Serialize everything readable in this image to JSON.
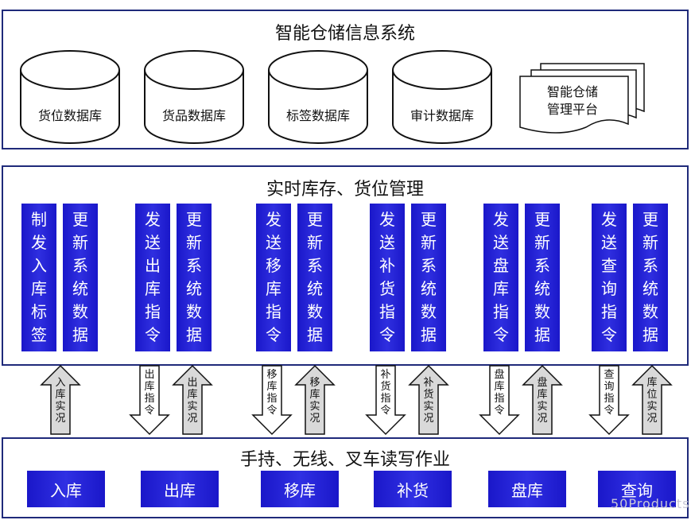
{
  "top": {
    "title": "智能仓储信息系统",
    "databases": [
      "货位数据库",
      "货品数据库",
      "标签数据库",
      "审计数据库"
    ],
    "platform_lines": [
      "智能仓储",
      "管理平台"
    ]
  },
  "middle": {
    "title": "实时库存、货位管理",
    "columns": [
      "制发入库标签",
      "更新系统数据",
      "发送出库指令",
      "更新系统数据",
      "发送移库指令",
      "更新系统数据",
      "发送补货指令",
      "更新系统数据",
      "发送盘库指令",
      "更新系统数据",
      "发送查询指令",
      "更新系统数据"
    ]
  },
  "arrows": [
    "入库实况",
    "出库指令",
    "出库实况",
    "移库指令",
    "移库实况",
    "补货指令",
    "补货实况",
    "盘库指令",
    "盘库实况",
    "查询指令",
    "库位实况"
  ],
  "bottom": {
    "title": "手持、无线、叉车读写作业",
    "operations": [
      "入库",
      "出库",
      "移库",
      "补货",
      "盘库",
      "查询"
    ]
  },
  "watermark": "50Products",
  "colors": {
    "border": "#1f2a7a",
    "block": "#1a17c9",
    "arrow_fill": "#d9d9d9"
  }
}
